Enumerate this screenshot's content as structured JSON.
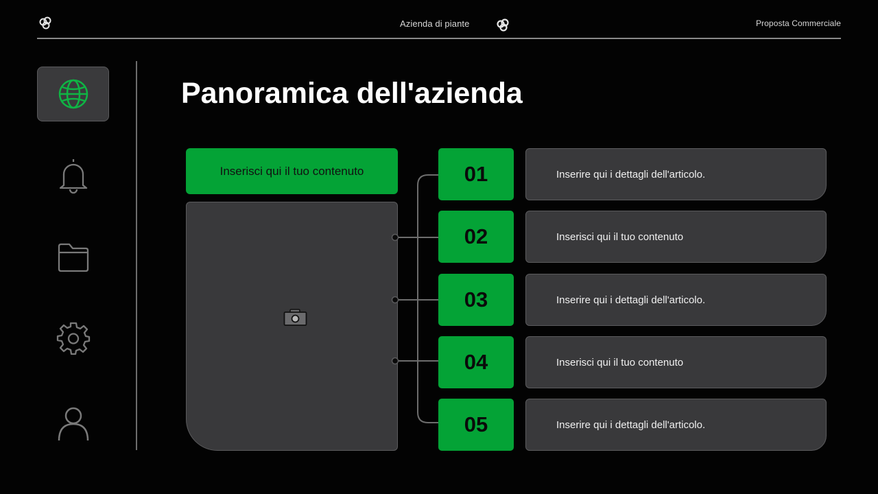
{
  "header": {
    "left_logo_icon": "three-circles-logo-icon",
    "center_text": "Azienda di piante",
    "center_logo_icon": "three-circles-logo-icon",
    "right_text": "Proposta Commerciale"
  },
  "sidebar": {
    "items": [
      {
        "icon": "globe-icon",
        "active": true
      },
      {
        "icon": "bell-icon",
        "active": false
      },
      {
        "icon": "folder-icon",
        "active": false
      },
      {
        "icon": "gear-icon",
        "active": false
      },
      {
        "icon": "user-icon",
        "active": false
      }
    ]
  },
  "main": {
    "title": "Panoramica dell'azienda",
    "green_header": "Inserisci qui il tuo contenuto",
    "image_placeholder_icon": "camera-icon",
    "items": [
      {
        "number": "01",
        "text": "Inserire qui i dettagli dell'articolo."
      },
      {
        "number": "02",
        "text": "Inserisci qui il tuo contenuto"
      },
      {
        "number": "03",
        "text": "Inserire qui i dettagli dell'articolo."
      },
      {
        "number": "04",
        "text": "Inserisci qui il tuo contenuto"
      },
      {
        "number": "05",
        "text": "Inserire qui i dettagli dell'articolo."
      }
    ]
  },
  "colors": {
    "background": "#030303",
    "accent_green": "#04a336",
    "panel_gray": "#39393b",
    "line_gray": "#6d6d6d"
  }
}
